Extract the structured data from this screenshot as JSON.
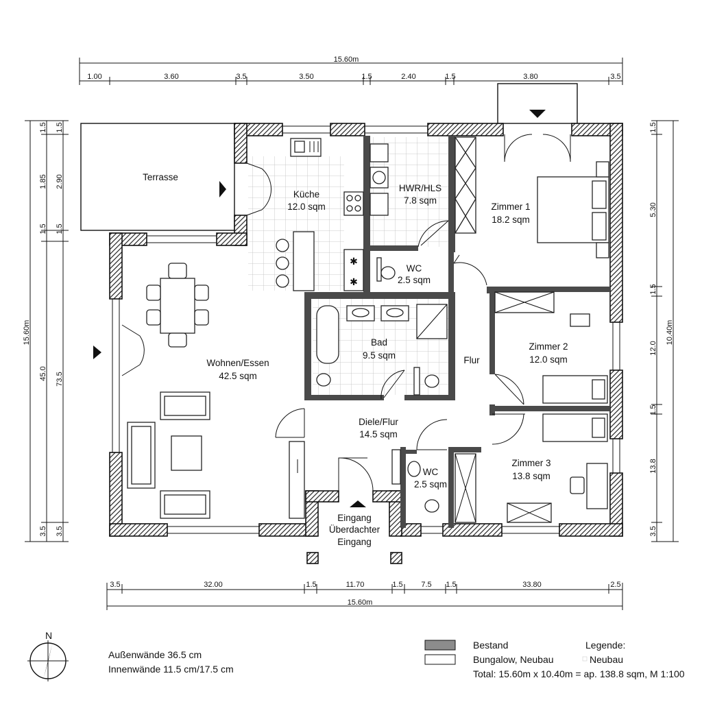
{
  "dimensions": {
    "top_total": "15.60m",
    "top_segments": [
      "1.00",
      "3.60",
      "3.5",
      "3.50",
      "1.5",
      "2.40",
      "1.5",
      "3.80",
      "3.5"
    ],
    "bottom_segments": [
      "3.5",
      "32.00",
      "1.5",
      "11.70",
      "1.5",
      "7.5",
      "1.5",
      "33.80",
      "2.5"
    ],
    "bottom_total": "15.60m",
    "left_total": "15.60m",
    "left_outer": [
      "1.5",
      "1.85",
      "1.5",
      "45.0",
      "3.5"
    ],
    "left_inner": [
      "1.5",
      "2.90",
      "1.5",
      "73.5",
      "3.5"
    ],
    "right_total": "10.40m",
    "right_segments": [
      "1.5",
      "5.30",
      "1.5",
      "12.0",
      "1.5",
      "13.8",
      "3.5"
    ]
  },
  "rooms": {
    "terrasse": "Terrasse",
    "kueche_name": "Küche",
    "kueche_area": "12.0 sqm",
    "hwr_name": "HWR/HLS",
    "hwr_area": "7.8 sqm",
    "zimmer1_name": "Zimmer 1",
    "zimmer1_area": "18.2 sqm",
    "wc1_name": "WC",
    "wc1_area": "2.5 sqm",
    "wohnen_name": "Wohnen/Essen",
    "wohnen_area": "42.5 sqm",
    "bad_name": "Bad",
    "bad_area": "9.5 sqm",
    "flur": "Flur",
    "zimmer2_name": "Zimmer 2",
    "zimmer2_area": "12.0 sqm",
    "diele_name": "Diele/Flur",
    "diele_area": "14.5 sqm",
    "wc2_name": "WC",
    "wc2_area": "2.5 sqm",
    "zimmer3_name": "Zimmer 3",
    "zimmer3_area": "13.8 sqm",
    "entry_1": "Eingang",
    "entry_2": "Überdachter",
    "entry_3": "Eingang"
  },
  "compass": "N",
  "notes": {
    "outer_walls": "Außenwände 36.5 cm",
    "inner_walls": "Innenwände 11.5 cm/17.5 cm"
  },
  "legend": {
    "bestand": "Bestand",
    "neubau_line": "Bungalow, Neubau",
    "title": "Legende:",
    "neubau": "Neubau",
    "total": "Total: 15.60m x 10.40m = ap. 138.8 sqm, M 1:100"
  },
  "colors": {
    "wall": "#4a4a4a",
    "bestand_fill": "#8c8c8c"
  }
}
